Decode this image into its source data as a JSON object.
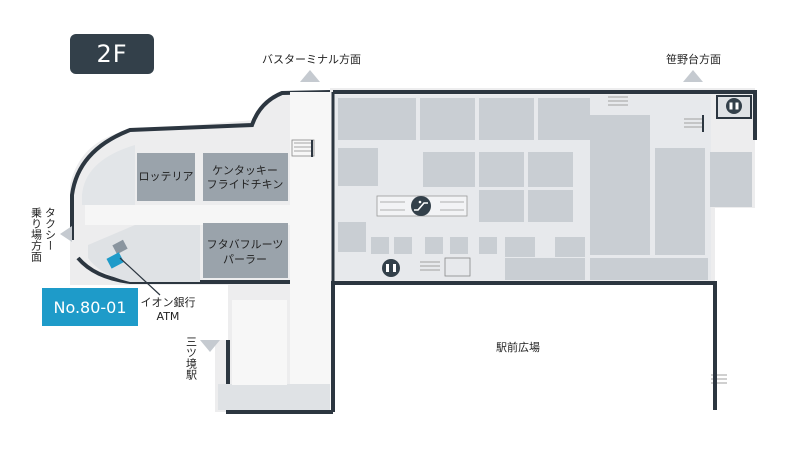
{
  "floor": {
    "label": "2F"
  },
  "directions": {
    "bus_terminal": "バスターミナル方面",
    "sasanodai": "笹野台方面",
    "taxi": [
      "タクシー",
      "乗り場方面"
    ],
    "mitsukyo": "三ツ境駅"
  },
  "shops": {
    "lotteria": "ロッテリア",
    "kfc": [
      "ケンタッキー",
      "フライドチキン"
    ],
    "futaba": [
      "フタバフルーツ",
      "パーラー"
    ],
    "plaza": "駅前広場"
  },
  "atm": {
    "bank": [
      "イオン銀行",
      "ATM"
    ],
    "number": "No.80-01"
  },
  "icons": [
    "elevator-icon",
    "escalator-icon",
    "stairs-icon",
    "direction-arrow-icon"
  ],
  "colors": {
    "badge": "#33404a",
    "atm_tag": "#1e9bc9",
    "wall": "#2c3640",
    "shop_dark": "#9aa3ab",
    "shop_light": "#dde1e5",
    "corridor": "#eeeeef"
  }
}
